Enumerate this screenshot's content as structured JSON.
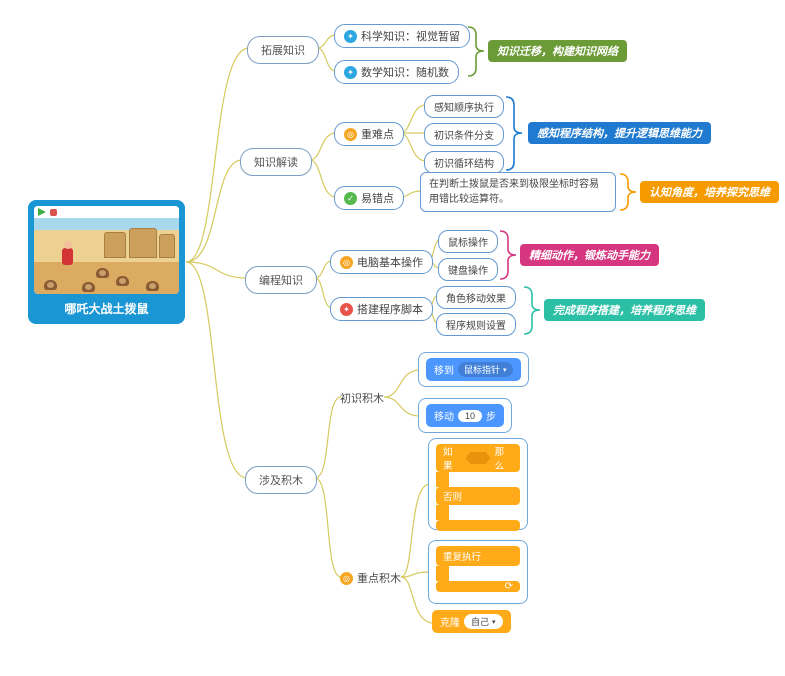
{
  "root": {
    "title": "哪吒大战土拨鼠"
  },
  "branches": {
    "expand": {
      "label": "拓展知识"
    },
    "interpret": {
      "label": "知识解读"
    },
    "programming": {
      "label": "编程知识"
    },
    "blocks": {
      "label": "涉及积木"
    }
  },
  "nodes": {
    "science": "科学知识：视觉暂留",
    "math": "数学知识：随机数",
    "keypoints": "重难点",
    "seq": "感知顺序执行",
    "cond": "初识条件分支",
    "loop": "初识循环结构",
    "errorprone": "易错点",
    "error_text": "在判断土拨鼠是否来到极限坐标时容易用错比较运算符。",
    "computer_ops": "电脑基本操作",
    "mouse": "鼠标操作",
    "keyboard": "键盘操作",
    "build_script": "搭建程序脚本",
    "role_move": "角色移动效果",
    "program_rules": "程序规则设置",
    "first_blocks": "初识积木",
    "key_blocks": "重点积木"
  },
  "summaries": {
    "expand": "知识迁移，构建知识网络",
    "logic": "感知程序结构，提升逻辑思维能力",
    "error": "认知角度，培养探究思维",
    "motor": "精细动作，锻炼动手能力",
    "program": "完成程序搭建，培养程序思维"
  },
  "scratch": {
    "moveto_label": "移到",
    "moveto_dropdown": "鼠标指针",
    "move_label": "移动",
    "move_steps": "10",
    "move_unit": "步",
    "if_label": "如果",
    "then_label": "那么",
    "else_label": "否则",
    "repeat_label": "重复执行",
    "clone_label": "克隆",
    "clone_dropdown": "自己"
  },
  "icons": {
    "dropdown_arrow": "▾",
    "loop_arrow": "⟳",
    "science": "✦",
    "math": "✦",
    "keypoints": "◎",
    "errorprone": "✓",
    "computer_ops": "◎",
    "build_script": "✦",
    "key_blocks": "◎"
  },
  "colors": {
    "summary_expand": "#6b9b37",
    "summary_logic": "#1f7ad0",
    "summary_error": "#f59b00",
    "summary_motor": "#d6367f",
    "summary_program": "#2bbfa5",
    "motion_block": "#4c97ff",
    "control_block": "#ffab19",
    "root_card": "#1a96d5",
    "wire": "#d6ca5f"
  }
}
